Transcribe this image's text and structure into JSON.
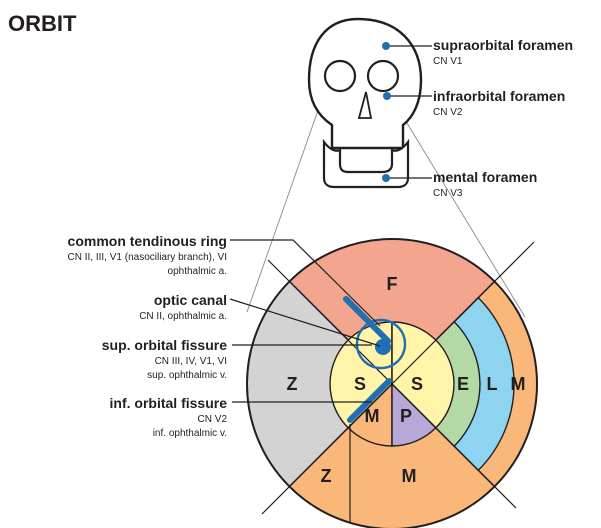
{
  "title": "ORBIT",
  "skull_labels": [
    {
      "name": "supraorbital foramen",
      "nerve": "CN V1"
    },
    {
      "name": "infraorbital foramen",
      "nerve": "CN V2"
    },
    {
      "name": "mental foramen",
      "nerve": "CN V3"
    }
  ],
  "orbit_labels": [
    {
      "name": "common tendinous ring",
      "details": [
        "CN II, III, V1 (nasociliary branch), VI",
        "ophthalmic a."
      ]
    },
    {
      "name": "optic canal",
      "details": [
        "CN II, ophthalmic a."
      ]
    },
    {
      "name": "sup. orbital fissure",
      "details": [
        "CN III, IV, V1, VI",
        "sup. ophthalmic v."
      ]
    },
    {
      "name": "inf. orbital fissure",
      "details": [
        "CN V2",
        "inf. ophthalmic v."
      ]
    }
  ],
  "segments": {
    "frontal": "F",
    "zygomatic_upper": "Z",
    "zygomatic_lower": "Z",
    "maxilla": "M",
    "maxilla_outer": "M",
    "sphenoid_left": "S",
    "sphenoid_right": "S",
    "maxilla_inner": "M",
    "palatine": "P",
    "ethmoid": "E",
    "lacrimal": "L"
  },
  "colors": {
    "frontal": "#f4a58d",
    "zygomatic_upper": "#d3d3d3",
    "zygomatic_lower": "#f9b87a",
    "maxilla": "#f9b87a",
    "sphenoid": "#fff4a8",
    "palatine": "#b8a8d8",
    "ethmoid": "#b3d9a6",
    "lacrimal": "#8ed4f0",
    "accent": "#1f6fb2",
    "ink": "#231f20"
  }
}
